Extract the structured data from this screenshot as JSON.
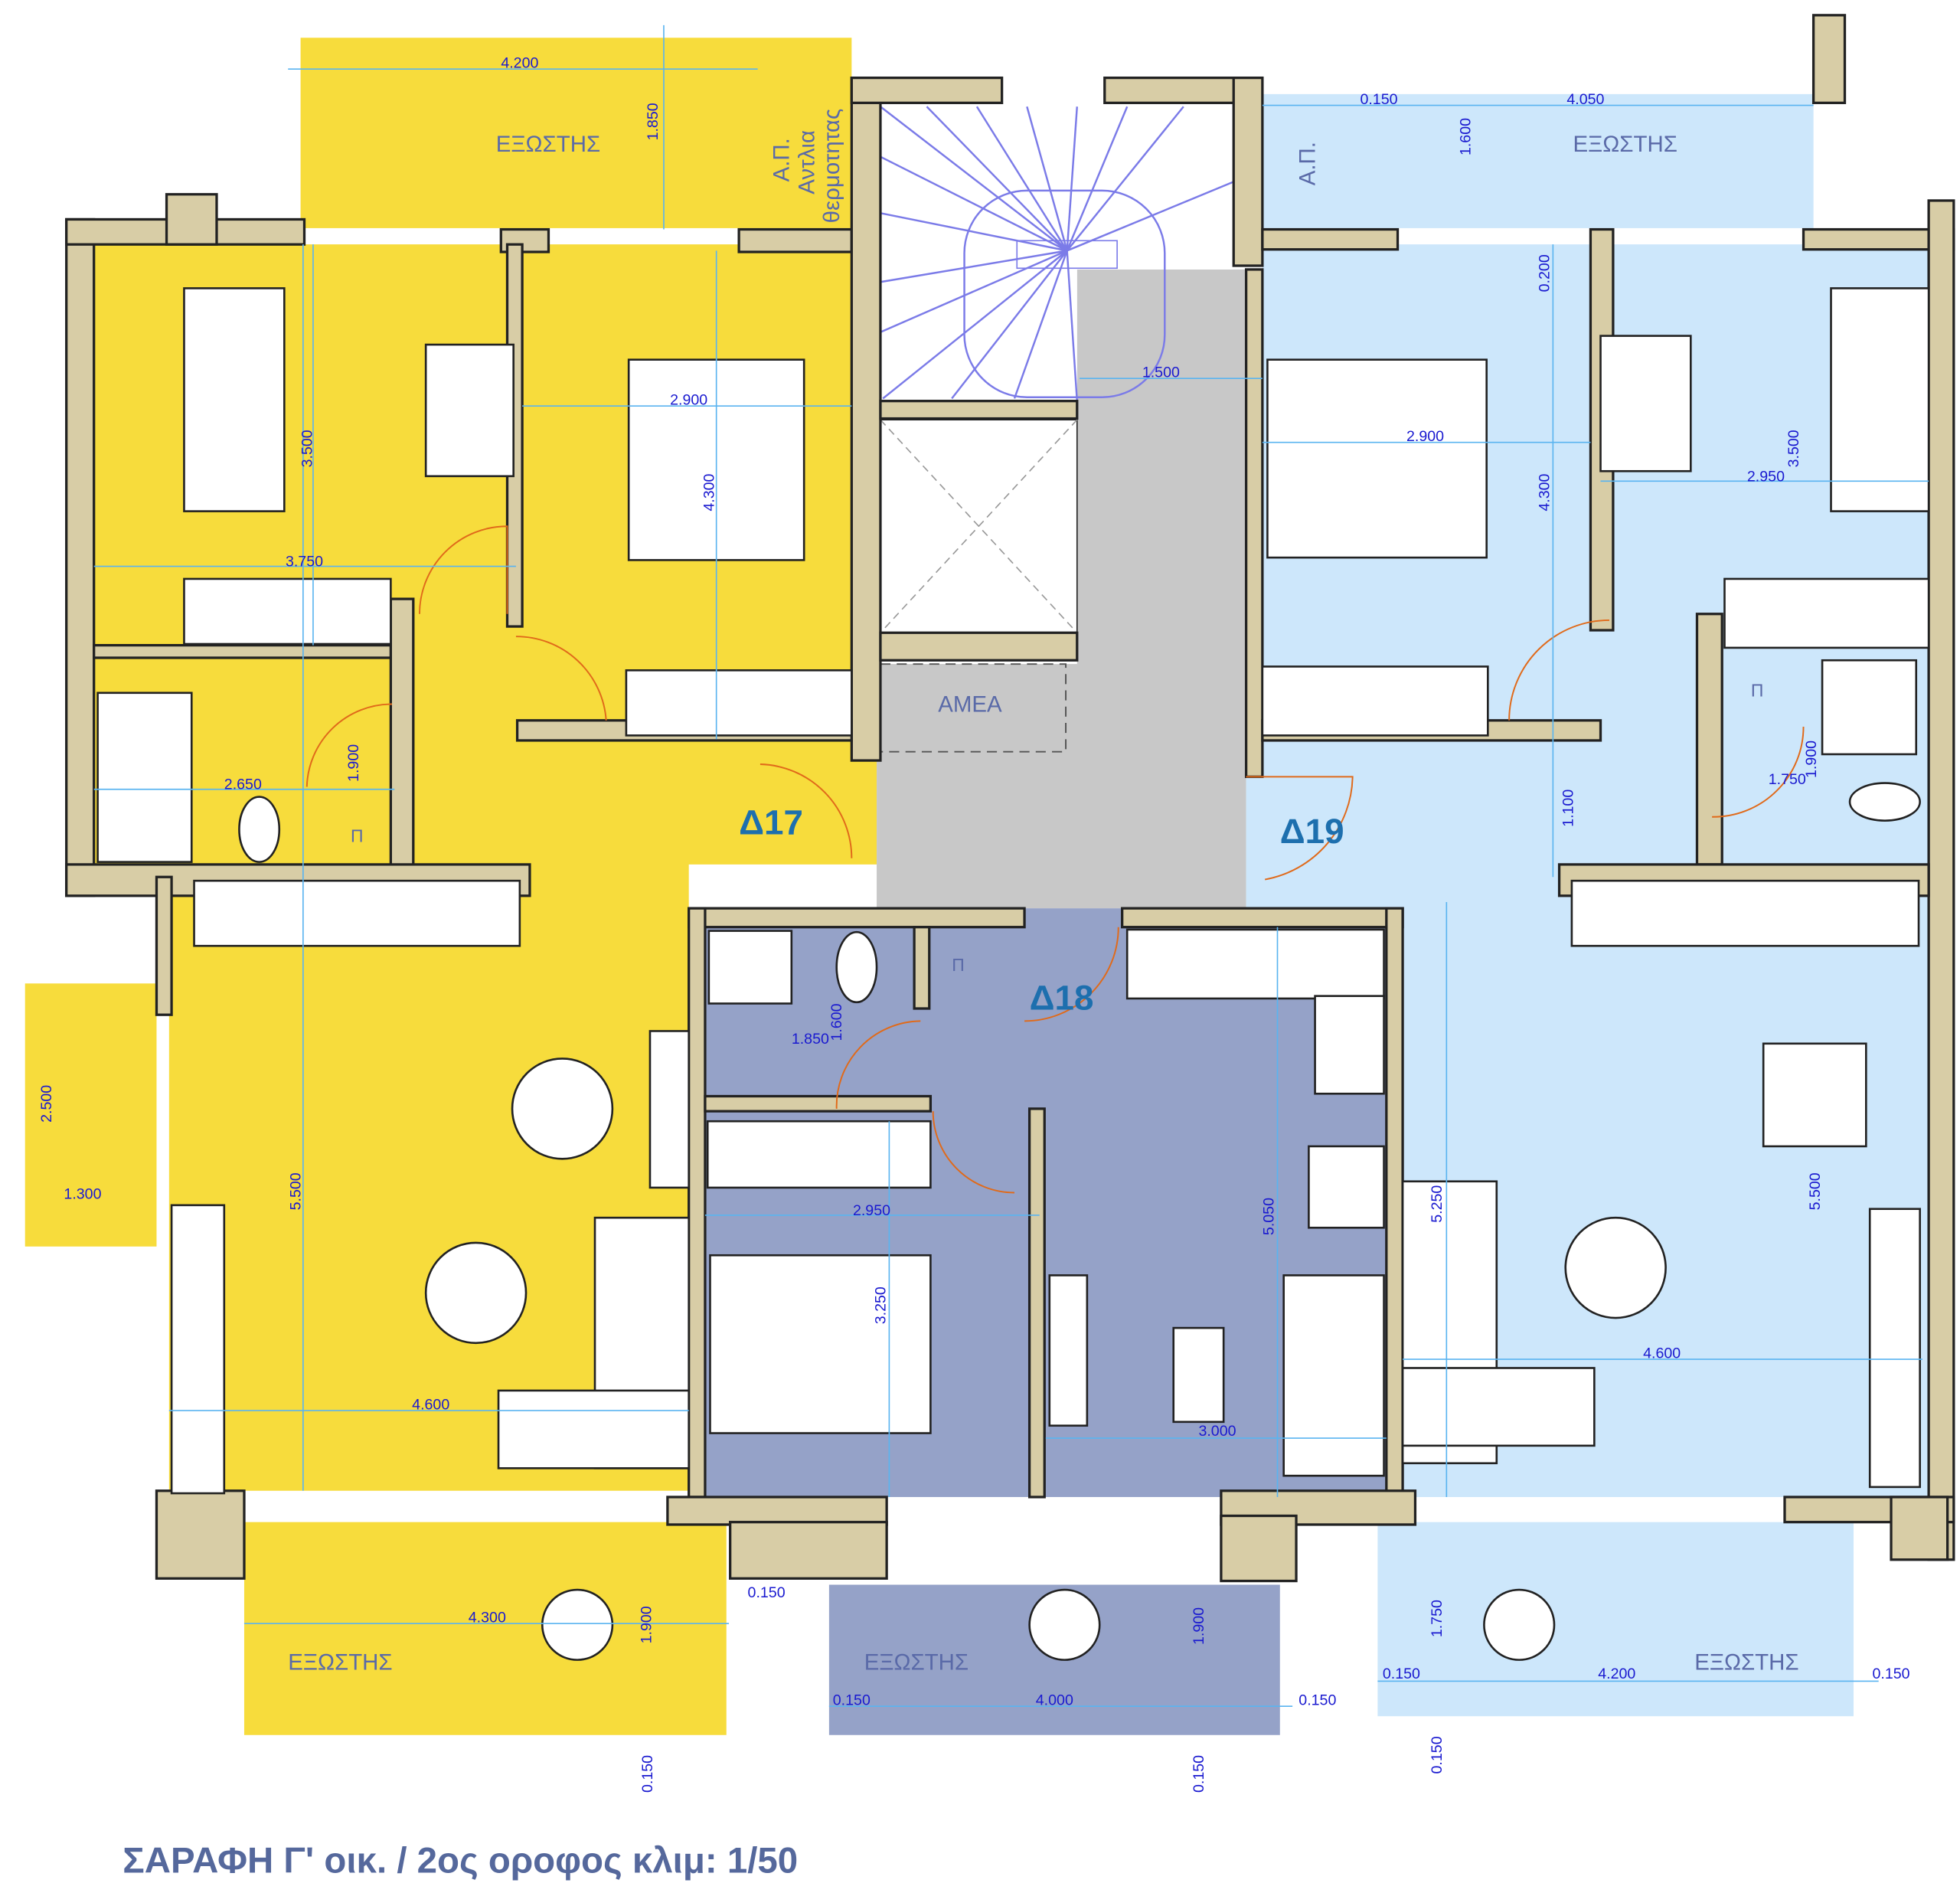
{
  "title": "ΣΑΡΑΦΗ Γ' οικ. / 2ος οροφος  κλιμ: 1/50",
  "apartments": {
    "d17": "Δ17",
    "d18": "Δ18",
    "d19": "Δ19"
  },
  "labels": {
    "balcony": "ΕΞΩΣΤΗΣ",
    "ap": "Α.Π.",
    "heat_pump_1": "Αντλια",
    "heat_pump_2": "θερμοτητας",
    "amea": "ΑΜΕΑ",
    "p": "Π"
  },
  "colors": {
    "d17": "#f7dc3c",
    "d18": "#95a2c8",
    "d19": "#cde7fb",
    "corridor": "#c8c8c8",
    "wall": "#d8cda6"
  },
  "dims": [
    "4.200",
    "1.850",
    "3.500",
    "3.750",
    "2.900",
    "4.300",
    "2.650",
    "1.900",
    "2.500",
    "1.300",
    "5.500",
    "4.600",
    "4.300",
    "1.900",
    "0.150",
    "0.150",
    "1.500",
    "1.850",
    "1.600",
    "2.950",
    "3.250",
    "5.050",
    "3.000",
    "1.900",
    "0.150",
    "4.000",
    "0.150",
    "0.150",
    "0.150",
    "4.050",
    "1.600",
    "0.200",
    "2.900",
    "4.300",
    "3.500",
    "2.950",
    "1.100",
    "1.900",
    "1.750",
    "5.250",
    "5.500",
    "4.600",
    "1.750",
    "0.150",
    "4.200",
    "0.150",
    "0.150"
  ]
}
